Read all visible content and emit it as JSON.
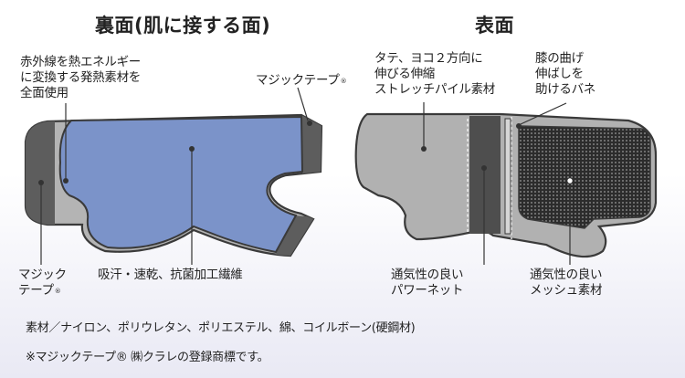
{
  "back": {
    "title": "裏面(肌に接する面)",
    "label_heat": [
      "赤外線を熱エネルギー",
      "に変換する発熱素材を",
      "全面使用"
    ],
    "label_velcro_top": "マジックテープ",
    "label_velcro_left": [
      "マジック",
      "テープ"
    ],
    "label_fabric": "吸汗・速乾、抗菌加工繊維",
    "registered_mark": "®"
  },
  "front": {
    "title": "表面",
    "label_stretch": [
      "タテ、ヨコ２方向に",
      "伸びる伸縮",
      "ストレッチパイル素材"
    ],
    "label_spring": [
      "膝の曲げ",
      "伸ばしを",
      "助けるバネ"
    ],
    "label_power_net": [
      "通気性の良い",
      "パワーネット"
    ],
    "label_mesh": [
      "通気性の良い",
      "メッシュ素材"
    ]
  },
  "footer": {
    "materials": "素材／ナイロン、ポリウレタン、ポリエステル、綿、コイルボーン(硬鋼材)",
    "trademark": "※マジックテープ® ㈱クラレの登録商標です。"
  },
  "colors": {
    "outline": "#3a3a3a",
    "pad_blue": "#7b93c9",
    "fabric_gray": "#b1b1b1",
    "velcro_dark": "#5d5d5d",
    "power_net": "#4e4e4e",
    "mesh": "#2f2f2f"
  }
}
